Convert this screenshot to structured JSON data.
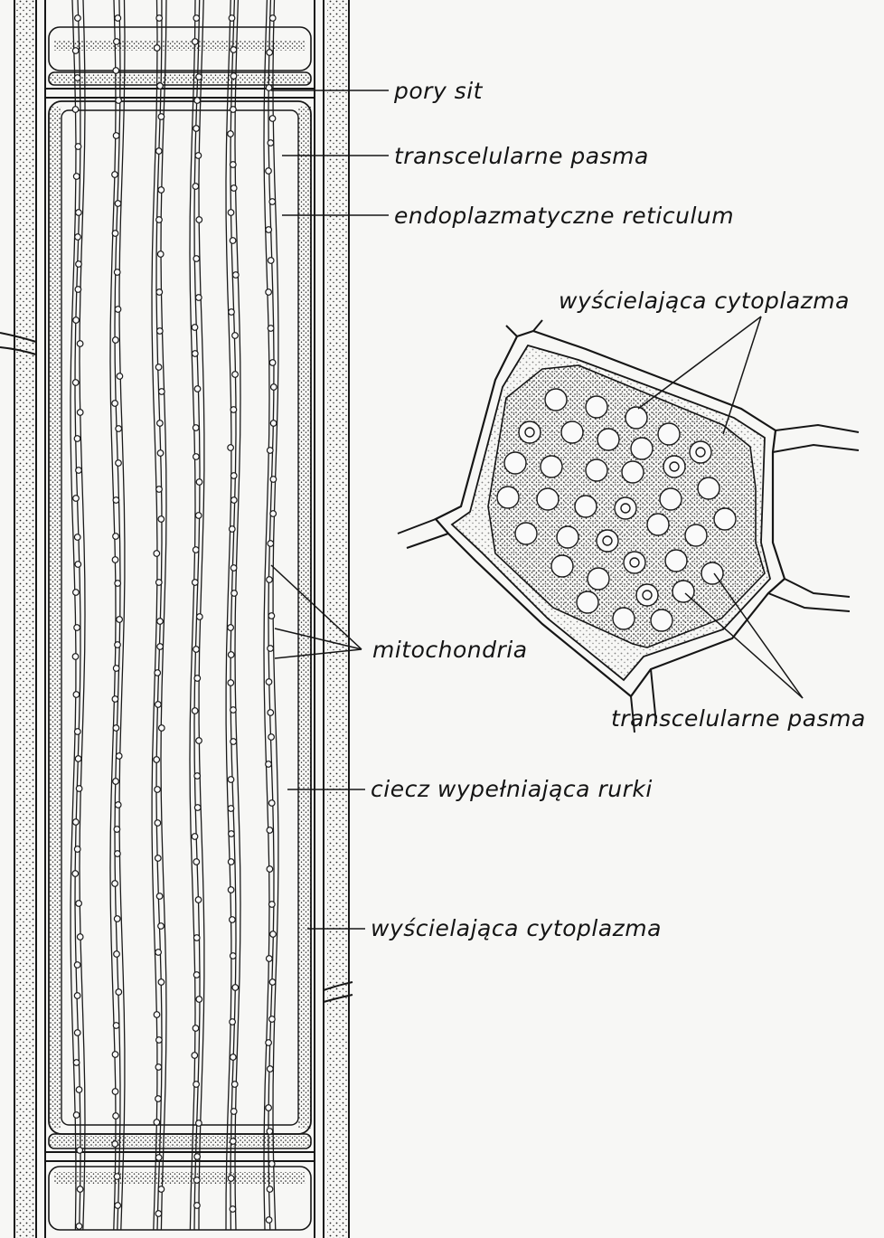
{
  "diagram": {
    "labels": {
      "pory_sit": "pory sit",
      "transcelularne_pasma_top": "transcelularne pasma",
      "endoplazmatyczne_reticulum": "endoplazmatyczne reticulum",
      "wyscielajaca_cytoplazma_cross": "wyścielająca cytoplazma",
      "mitochondria": "mitochondria",
      "transcelularne_pasma_cross": "transcelularne pasma",
      "ciecz": "ciecz wypełniająca rurki",
      "wyscielajaca_cytoplazma_bottom": "wyścielająca cytoplazma"
    }
  }
}
